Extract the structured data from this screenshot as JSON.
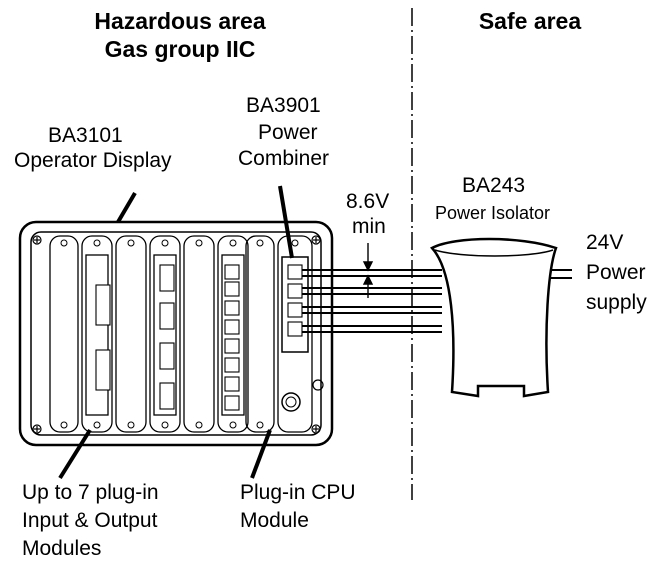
{
  "hazardous": {
    "line1": "Hazardous area",
    "line2": "Gas group IIC"
  },
  "safe": {
    "title": "Safe area"
  },
  "operator_display": {
    "model": "BA3101",
    "name": "Operator Display"
  },
  "power_combiner": {
    "model": "BA3901",
    "line2": "Power",
    "line3": "Combiner"
  },
  "voltage": {
    "value": "8.6V",
    "qualifier": "min"
  },
  "power_isolator": {
    "model": "BA243",
    "name": "Power Isolator"
  },
  "supply": {
    "voltage": "24V",
    "line2": "Power",
    "line3": "supply"
  },
  "modules": {
    "line1": "Up to 7 plug-in",
    "line2": "Input & Output",
    "line3": "Modules"
  },
  "cpu": {
    "line1": "Plug-in CPU",
    "line2": "Module"
  }
}
